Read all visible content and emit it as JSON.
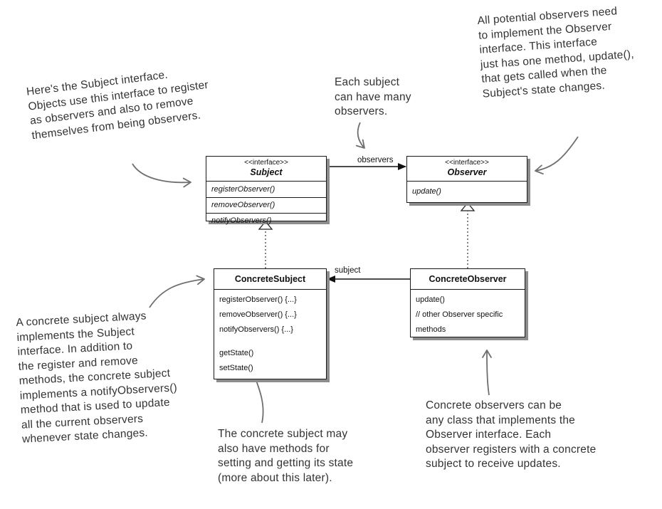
{
  "subject_interface": {
    "stereotype": "<<interface>>",
    "name": "Subject",
    "methods": [
      "registerObserver()",
      "removeObserver()",
      "notifyObservers()"
    ]
  },
  "observer_interface": {
    "stereotype": "<<interface>>",
    "name": "Observer",
    "methods": [
      "update()"
    ]
  },
  "concrete_subject": {
    "name": "ConcreteSubject",
    "methods": [
      "registerObserver() {...}",
      "removeObserver() {...}",
      "notifyObservers() {...}"
    ],
    "extra_methods": [
      "getState()",
      "setState()"
    ]
  },
  "concrete_observer": {
    "name": "ConcreteObserver",
    "methods": [
      "update()",
      "// other Observer specific",
      "methods"
    ]
  },
  "associations": {
    "observers_label": "observers",
    "subject_label": "subject"
  },
  "notes": {
    "subject_interface_note": [
      "Here's the Subject interface.",
      "Objects use this interface to register",
      "as observers and also to remove",
      "themselves from being observers."
    ],
    "many_observers_note": [
      "Each subject",
      "can have many",
      "observers."
    ],
    "observer_interface_note": [
      "All potential observers need",
      "to implement the Observer",
      "interface.  This interface",
      "just has one method, update(),",
      "that gets called when the",
      "Subject's state changes."
    ],
    "concrete_subject_note": [
      "A concrete subject always",
      "implements the Subject",
      "interface.  In addition to",
      "the register and remove",
      "methods, the concrete subject",
      "implements a notifyObservers()",
      "method that is used to update",
      "all the current observers",
      "whenever state changes."
    ],
    "state_methods_note": [
      "The concrete subject may",
      "also have methods for",
      "setting and getting its state",
      "(more about this later)."
    ],
    "concrete_observer_note": [
      "Concrete observers can be",
      "any class that implements the",
      "Observer interface.  Each",
      "observer registers with a concrete",
      "subject to receive updates."
    ]
  }
}
